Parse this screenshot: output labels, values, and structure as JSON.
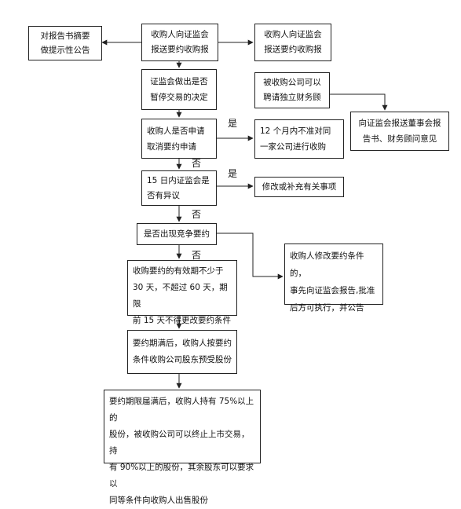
{
  "nodes": {
    "announce": "对报告书摘要\n做提示性公告",
    "report_csrc": "收购人向证监会\n报送要约收购报",
    "report_csrc_copy": "收购人向证监会\n报送要约收购报",
    "suspend_decision": "证监会做出是否\n暂停交易的决定",
    "hire_advisor": "被收购公司可以\n聘请独立财务顾",
    "board_report": "向证监会报送董事会报\n告书、财务顾问意见",
    "apply_cancel": "收购人是否申请\n取消要约申请",
    "no_acquire_12m": "12 个月内不准对同\n一家公司进行收购",
    "objection_15d": "15 日内证监会是\n否有异议",
    "revise": "修改或补充有关事项",
    "competing": "是否出现竞争要约",
    "modify_conditions": "收购人修改要约条件的，\n事先向证监会报告,批准\n后方可执行，并公告",
    "validity": "收购要约的有效期不少于\n30 天，不超过 60 天，期限\n前 15 天不得更改要约条件",
    "expiry_buy": "要约期满后，收购人按要约\n条件收购公司股东预受股份",
    "final": "要约期限届满后，收购人持有 75%以上的\n股份，被收购公司可以终止上市交易，持\n有 90%以上的股份，其余股东可以要求以\n同等条件向收购人出售股份"
  },
  "labels": {
    "yes_1": "是",
    "no_1": "否",
    "yes_2": "是",
    "no_2": "否",
    "no_3": "否"
  }
}
